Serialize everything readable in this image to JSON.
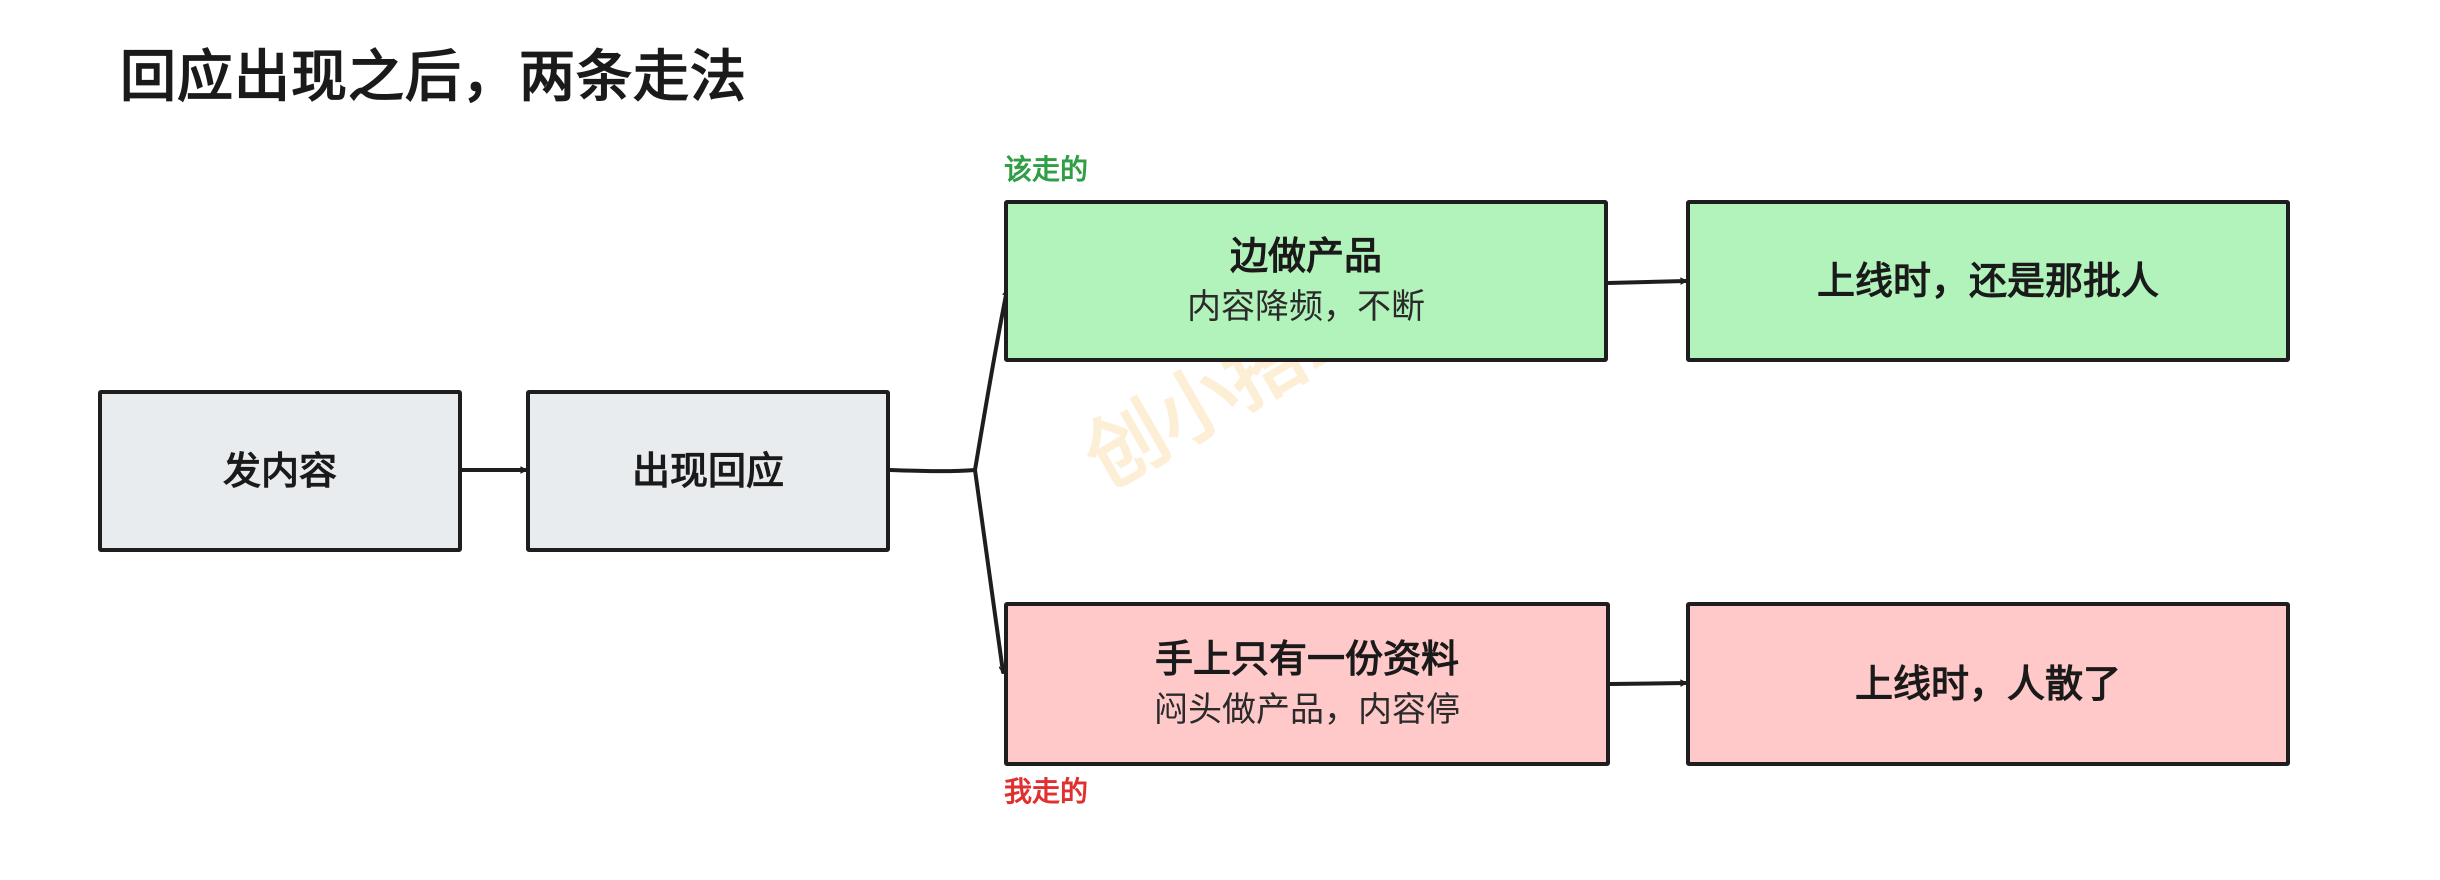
{
  "title": "回应出现之后，两条走法",
  "watermark": "创小搭AI",
  "colors": {
    "stroke": "#1e1e1e",
    "gray_fill": "#e9ecef",
    "green_fill": "#b2f2bb",
    "red_fill": "#ffc9c9",
    "green_label": "#2f9e44",
    "red_label": "#e03131"
  },
  "nodes": {
    "post": {
      "title": "发内容"
    },
    "response": {
      "title": "出现回应"
    },
    "good_path": {
      "title": "边做产品",
      "subtitle": "内容降频，不断"
    },
    "good_outcome": {
      "title": "上线时，还是那批人"
    },
    "bad_path": {
      "title": "手上只有一份资料",
      "subtitle": "闷头做产品，内容停"
    },
    "bad_outcome": {
      "title": "上线时，人散了"
    }
  },
  "labels": {
    "should": "该走的",
    "mine": "我走的"
  }
}
